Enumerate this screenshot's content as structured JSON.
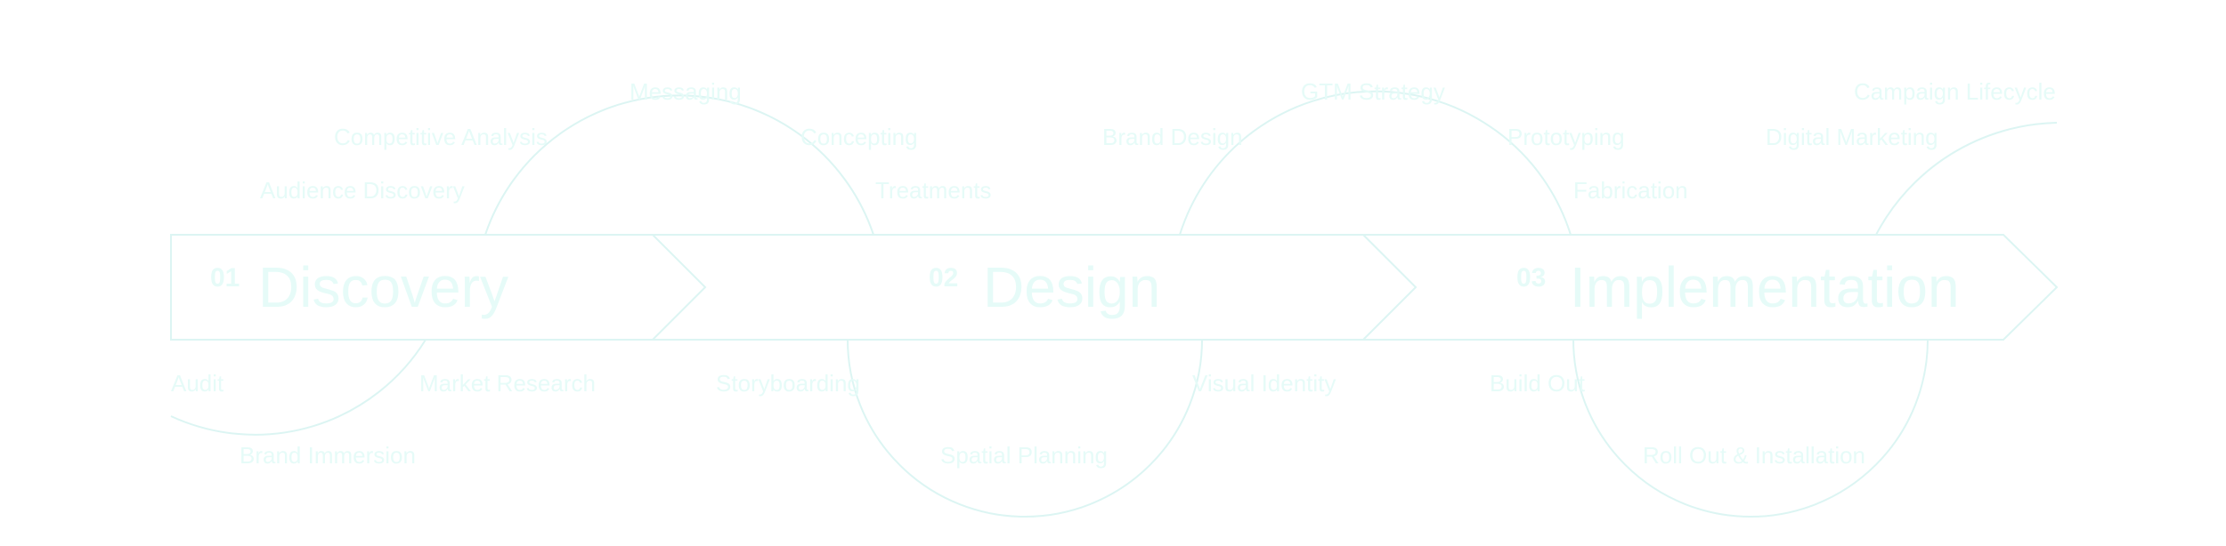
{
  "colors": {
    "line": "#dcf5f3",
    "text": "#e6fbf8"
  },
  "phases": [
    {
      "number": "01",
      "title": "Discovery"
    },
    {
      "number": "02",
      "title": "Design"
    },
    {
      "number": "03",
      "title": "Implementation"
    }
  ],
  "activities": {
    "messaging": "Messaging",
    "competitive_analysis": "Competitive Analysis",
    "audience_discovery": "Audience Discovery",
    "concepting": "Concepting",
    "treatments": "Treatments",
    "brand_design": "Brand Design",
    "gtm_strategy": "GTM Strategy",
    "prototyping": "Prototyping",
    "fabrication": "Fabrication",
    "digital_marketing": "Digital Marketing",
    "campaign_lifecycle": "Campaign Lifecycle",
    "audit": "Audit",
    "market_research": "Market Research",
    "brand_immersion": "Brand Immersion",
    "storyboarding": "Storyboarding",
    "visual_identity": "Visual Identity",
    "spatial_planning": "Spatial Planning",
    "build_out": "Build Out",
    "roll_out_installation": "Roll Out & Installation"
  }
}
